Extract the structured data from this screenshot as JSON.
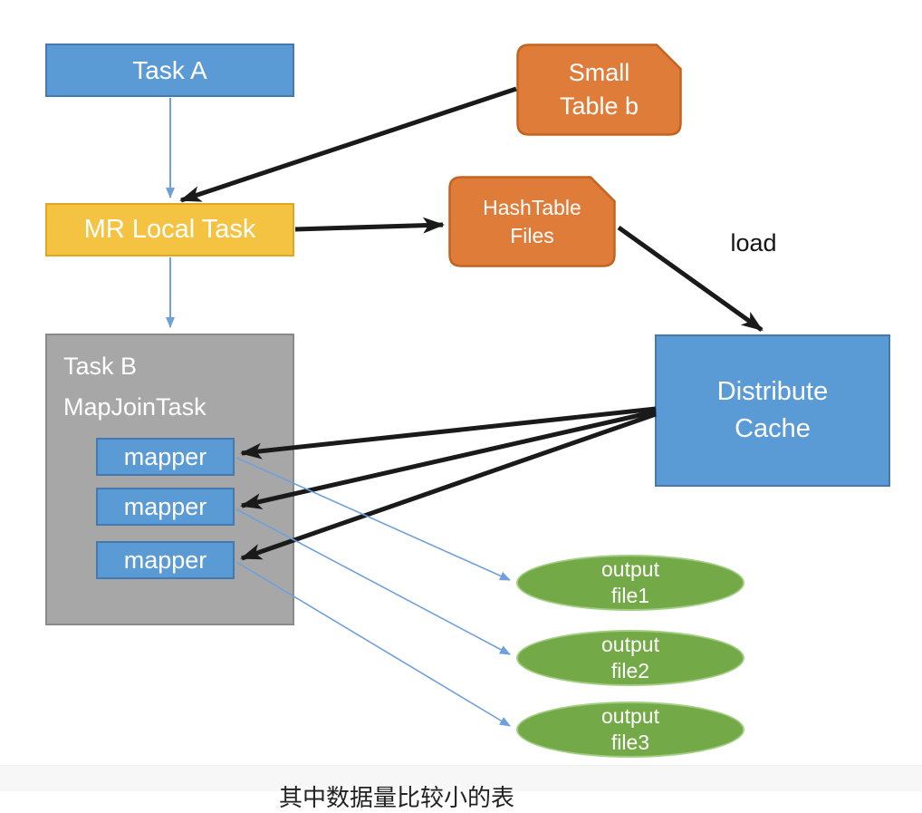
{
  "diagram": {
    "nodes": {
      "task_a": {
        "label": "Task A"
      },
      "small_table_b": {
        "label": "Small\nTable b"
      },
      "mr_local_task": {
        "label": "MR Local Task"
      },
      "hashtable_files": {
        "label": "HashTable\nFiles"
      },
      "distribute_cache": {
        "label": "Distribute\nCache"
      },
      "task_b": {
        "label": "Task B\nMapJoinTask"
      },
      "mappers": [
        {
          "label": "mapper"
        },
        {
          "label": "mapper"
        },
        {
          "label": "mapper"
        }
      ],
      "outputs": [
        {
          "label": "output\nfile1"
        },
        {
          "label": "output\nfile2"
        },
        {
          "label": "output\nfile3"
        }
      ]
    },
    "load_label": "load",
    "edges": [
      {
        "from": "task-a",
        "to": "mr-local-task",
        "style": "thin-blue"
      },
      {
        "from": "small-table-b",
        "to": "mr-local-task",
        "style": "thick-black"
      },
      {
        "from": "mr-local-task",
        "to": "hashtable-files",
        "style": "thick-black"
      },
      {
        "from": "hashtable-files",
        "to": "distribute-cache",
        "style": "thick-black",
        "label": "load"
      },
      {
        "from": "mr-local-task",
        "to": "task-b",
        "style": "thin-blue"
      },
      {
        "from": "distribute-cache",
        "to": "mapper-1",
        "style": "thick-black"
      },
      {
        "from": "distribute-cache",
        "to": "mapper-2",
        "style": "thick-black"
      },
      {
        "from": "distribute-cache",
        "to": "mapper-3",
        "style": "thick-black"
      },
      {
        "from": "mapper-1",
        "to": "output-file1",
        "style": "thin-blue"
      },
      {
        "from": "mapper-2",
        "to": "output-file2",
        "style": "thin-blue"
      },
      {
        "from": "mapper-3",
        "to": "output-file3",
        "style": "thin-blue"
      }
    ],
    "colors": {
      "blue_fill": "#5b9bd5",
      "blue_border": "#4678b2",
      "orange_fill": "#e07c3a",
      "orange_border": "#c2641f",
      "yellow_fill": "#f5c342",
      "yellow_border": "#e2a722",
      "gray_fill": "#a7a7a7",
      "gray_border": "#8a8a8a",
      "green_fill": "#74a947",
      "green_border": "#a2cd83",
      "arrow_black": "#1a1a1a",
      "arrow_blue": "#6fa0db"
    }
  },
  "caption_clipped": "其中数据量比较小的表"
}
